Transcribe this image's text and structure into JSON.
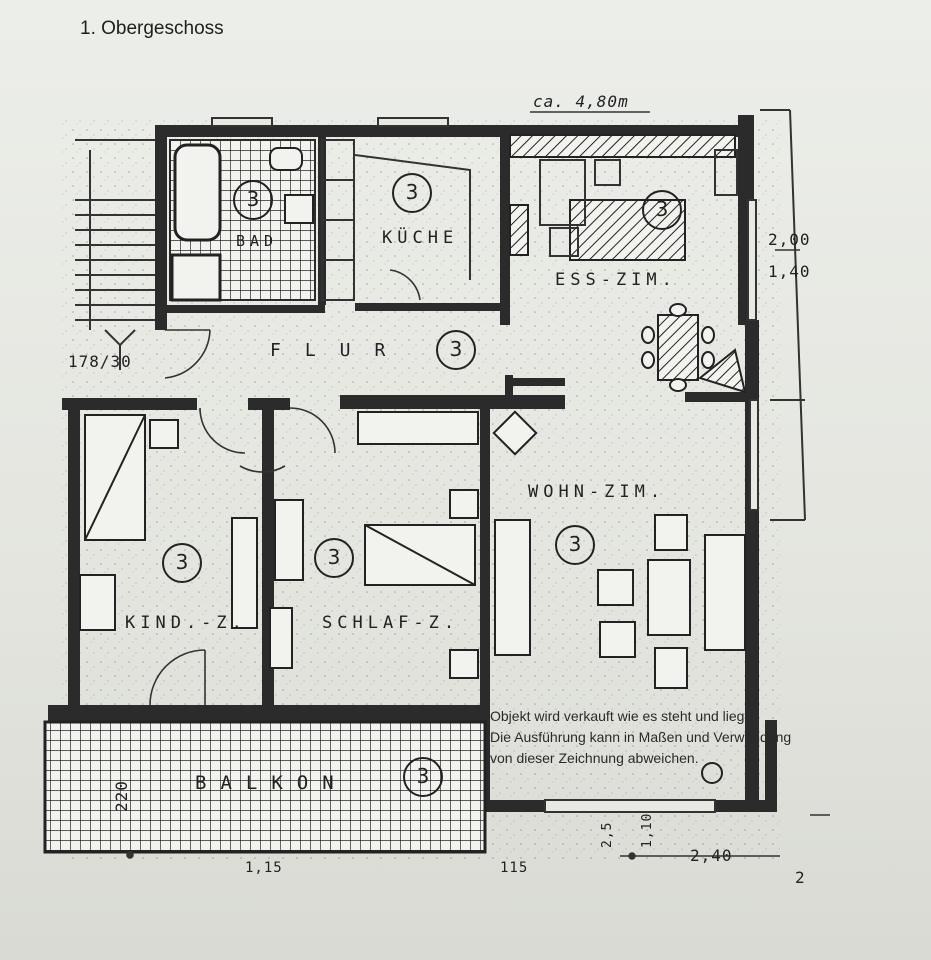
{
  "title": "1. Obergeschoss",
  "dimensions": {
    "top_width": "ca. 4,80m",
    "right_a": "2,00",
    "right_b": "1,40",
    "stair": "178/30",
    "balcony_depth": "220",
    "bottom_a": "2,5",
    "bottom_b": "1,10",
    "bottom_c": "2,40",
    "bottom_d": "2",
    "bottom_left": "1,15",
    "bottom_mid": "115"
  },
  "rooms": {
    "bad": "BAD",
    "kueche": "KÜCHE",
    "ess": "ESS-ZIM.",
    "flur": "FLUR",
    "wohn": "WOHN-ZIM.",
    "kind": "KIND.-Z.",
    "schlaf": "SCHLAF-Z.",
    "balkon": "BALKON"
  },
  "circle_number": "3",
  "notice": [
    "Objekt wird verkauft wie es steht und liegt.",
    "Die Ausführung kann in Maßen und Verwendung",
    "von dieser Zeichnung abweichen."
  ]
}
